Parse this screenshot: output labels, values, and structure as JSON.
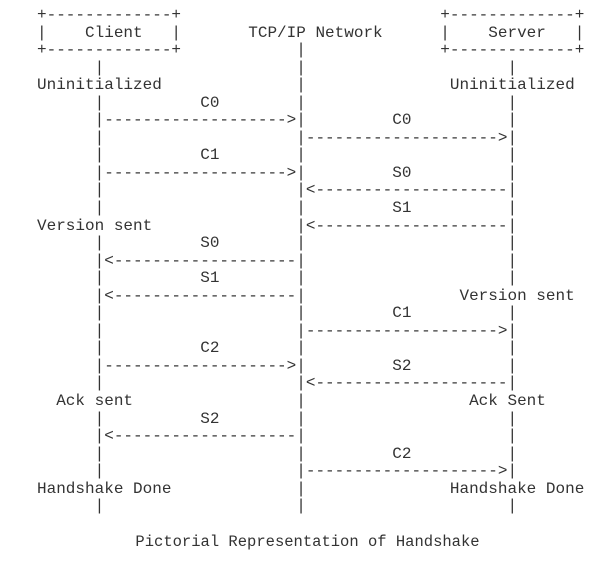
{
  "diagram": {
    "ascii_art": "+-------------+                           +-------------+\n|    Client   |       TCP/IP Network      |    Server   |\n+-------------+            |              +-------------+\n      |                    |                     |\nUninitialized              |               Uninitialized\n      |          C0        |                     |\n      |------------------->|         C0          |\n      |                    |-------------------->|\n      |          C1        |                     |\n      |------------------->|         S0          |\n      |                    |<--------------------|\n      |                    |         S1          |\nVersion sent               |<--------------------|\n      |          S0        |                     |\n      |<-------------------|                     |\n      |          S1        |                     |\n      |<-------------------|                Version sent\n      |                    |         C1          |\n      |                    |-------------------->|\n      |          C2        |                     |\n      |------------------->|         S2          |\n      |                    |<--------------------|\n  Ack sent                 |                 Ack Sent\n      |          S2        |                     |\n      |<-------------------|                     |\n      |                    |         C2          |\n      |                    |-------------------->|\nHandshake Done             |               Handshake Done\n      |                    |                     |",
    "caption": "Pictorial Representation of Handshake",
    "participants": [
      {
        "label": "Client"
      },
      {
        "label": "TCP/IP Network"
      },
      {
        "label": "Server"
      }
    ],
    "client_states": [
      "Uninitialized",
      "Version sent",
      "Ack sent",
      "Handshake Done"
    ],
    "server_states": [
      "Uninitialized",
      "Version sent",
      "Ack Sent",
      "Handshake Done"
    ],
    "messages": [
      {
        "label": "C0",
        "from": "Client",
        "to": "TCP/IP Network"
      },
      {
        "label": "C0",
        "from": "TCP/IP Network",
        "to": "Server"
      },
      {
        "label": "C1",
        "from": "Client",
        "to": "TCP/IP Network"
      },
      {
        "label": "S0",
        "from": "Server",
        "to": "TCP/IP Network"
      },
      {
        "label": "S1",
        "from": "Server",
        "to": "TCP/IP Network"
      },
      {
        "label": "S0",
        "from": "TCP/IP Network",
        "to": "Client"
      },
      {
        "label": "S1",
        "from": "TCP/IP Network",
        "to": "Client"
      },
      {
        "label": "C1",
        "from": "TCP/IP Network",
        "to": "Server"
      },
      {
        "label": "C2",
        "from": "Client",
        "to": "TCP/IP Network"
      },
      {
        "label": "S2",
        "from": "Server",
        "to": "TCP/IP Network"
      },
      {
        "label": "S2",
        "from": "TCP/IP Network",
        "to": "Client"
      },
      {
        "label": "C2",
        "from": "TCP/IP Network",
        "to": "Server"
      }
    ],
    "colors": {
      "text": "#333333",
      "background": "#ffffff"
    }
  }
}
